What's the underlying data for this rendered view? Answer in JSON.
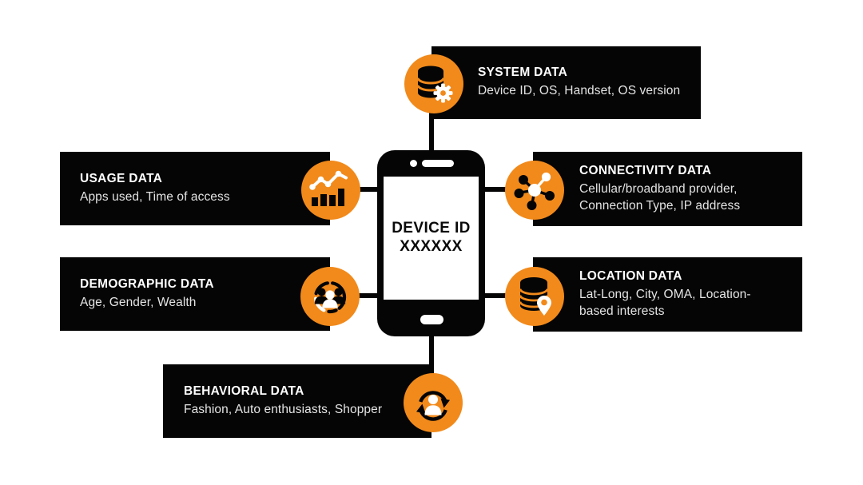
{
  "colors": {
    "accent_orange": "#f18a1b",
    "panel_black": "#050505",
    "background": "#ffffff",
    "title_text": "#ffffff",
    "subtitle_text": "#e4e4e4"
  },
  "device": {
    "label_line1": "DEVICE ID",
    "label_line2": "XXXXXX"
  },
  "nodes": [
    {
      "id": "system",
      "title": "SYSTEM DATA",
      "subtitle": "Device ID, OS, Handset, OS version",
      "icon": "database-gear-icon"
    },
    {
      "id": "usage",
      "title": "USAGE DATA",
      "subtitle": "Apps used, Time of access",
      "icon": "analytics-chart-icon"
    },
    {
      "id": "connectivity",
      "title": "CONNECTIVITY DATA",
      "subtitle": "Cellular/broadband provider, Connection Type, IP address",
      "icon": "network-hub-icon"
    },
    {
      "id": "demographic",
      "title": "DEMOGRAPHIC DATA",
      "subtitle": "Age, Gender, Wealth",
      "icon": "people-group-icon"
    },
    {
      "id": "location",
      "title": "LOCATION DATA",
      "subtitle": "Lat-Long, City, OMA, Location-based interests",
      "icon": "database-pin-icon"
    },
    {
      "id": "behavioral",
      "title": "BEHAVIORAL DATA",
      "subtitle": "Fashion, Auto enthusiasts, Shopper",
      "icon": "person-sync-icon"
    }
  ]
}
